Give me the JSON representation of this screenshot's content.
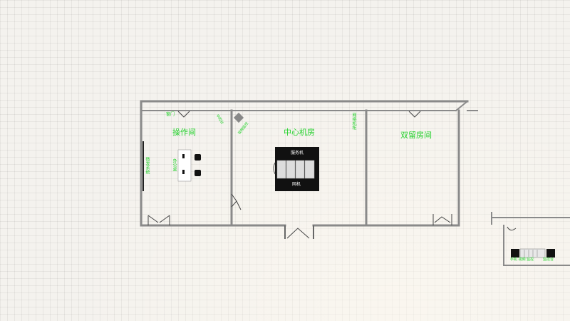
{
  "rooms": {
    "operation": "操作间",
    "datacenter": "中心机房",
    "dutyroom": "双留房间"
  },
  "fixtures": {
    "window": "窗门",
    "wall_panel": "微发系统",
    "desk": "办公桌",
    "switch_panel": "中控台",
    "monitor_device": "视频监控",
    "cabinet_top": "服务机",
    "cabinet_bottom": "网机",
    "side_rack": "网络机柜",
    "kiosk": "手机 视频 监控",
    "kiosk_extra": "监控台"
  },
  "colors": {
    "label": "#22d12a",
    "wall": "#8a8a8a",
    "rack": "#111111",
    "grid_background": "#f4f2ee"
  }
}
